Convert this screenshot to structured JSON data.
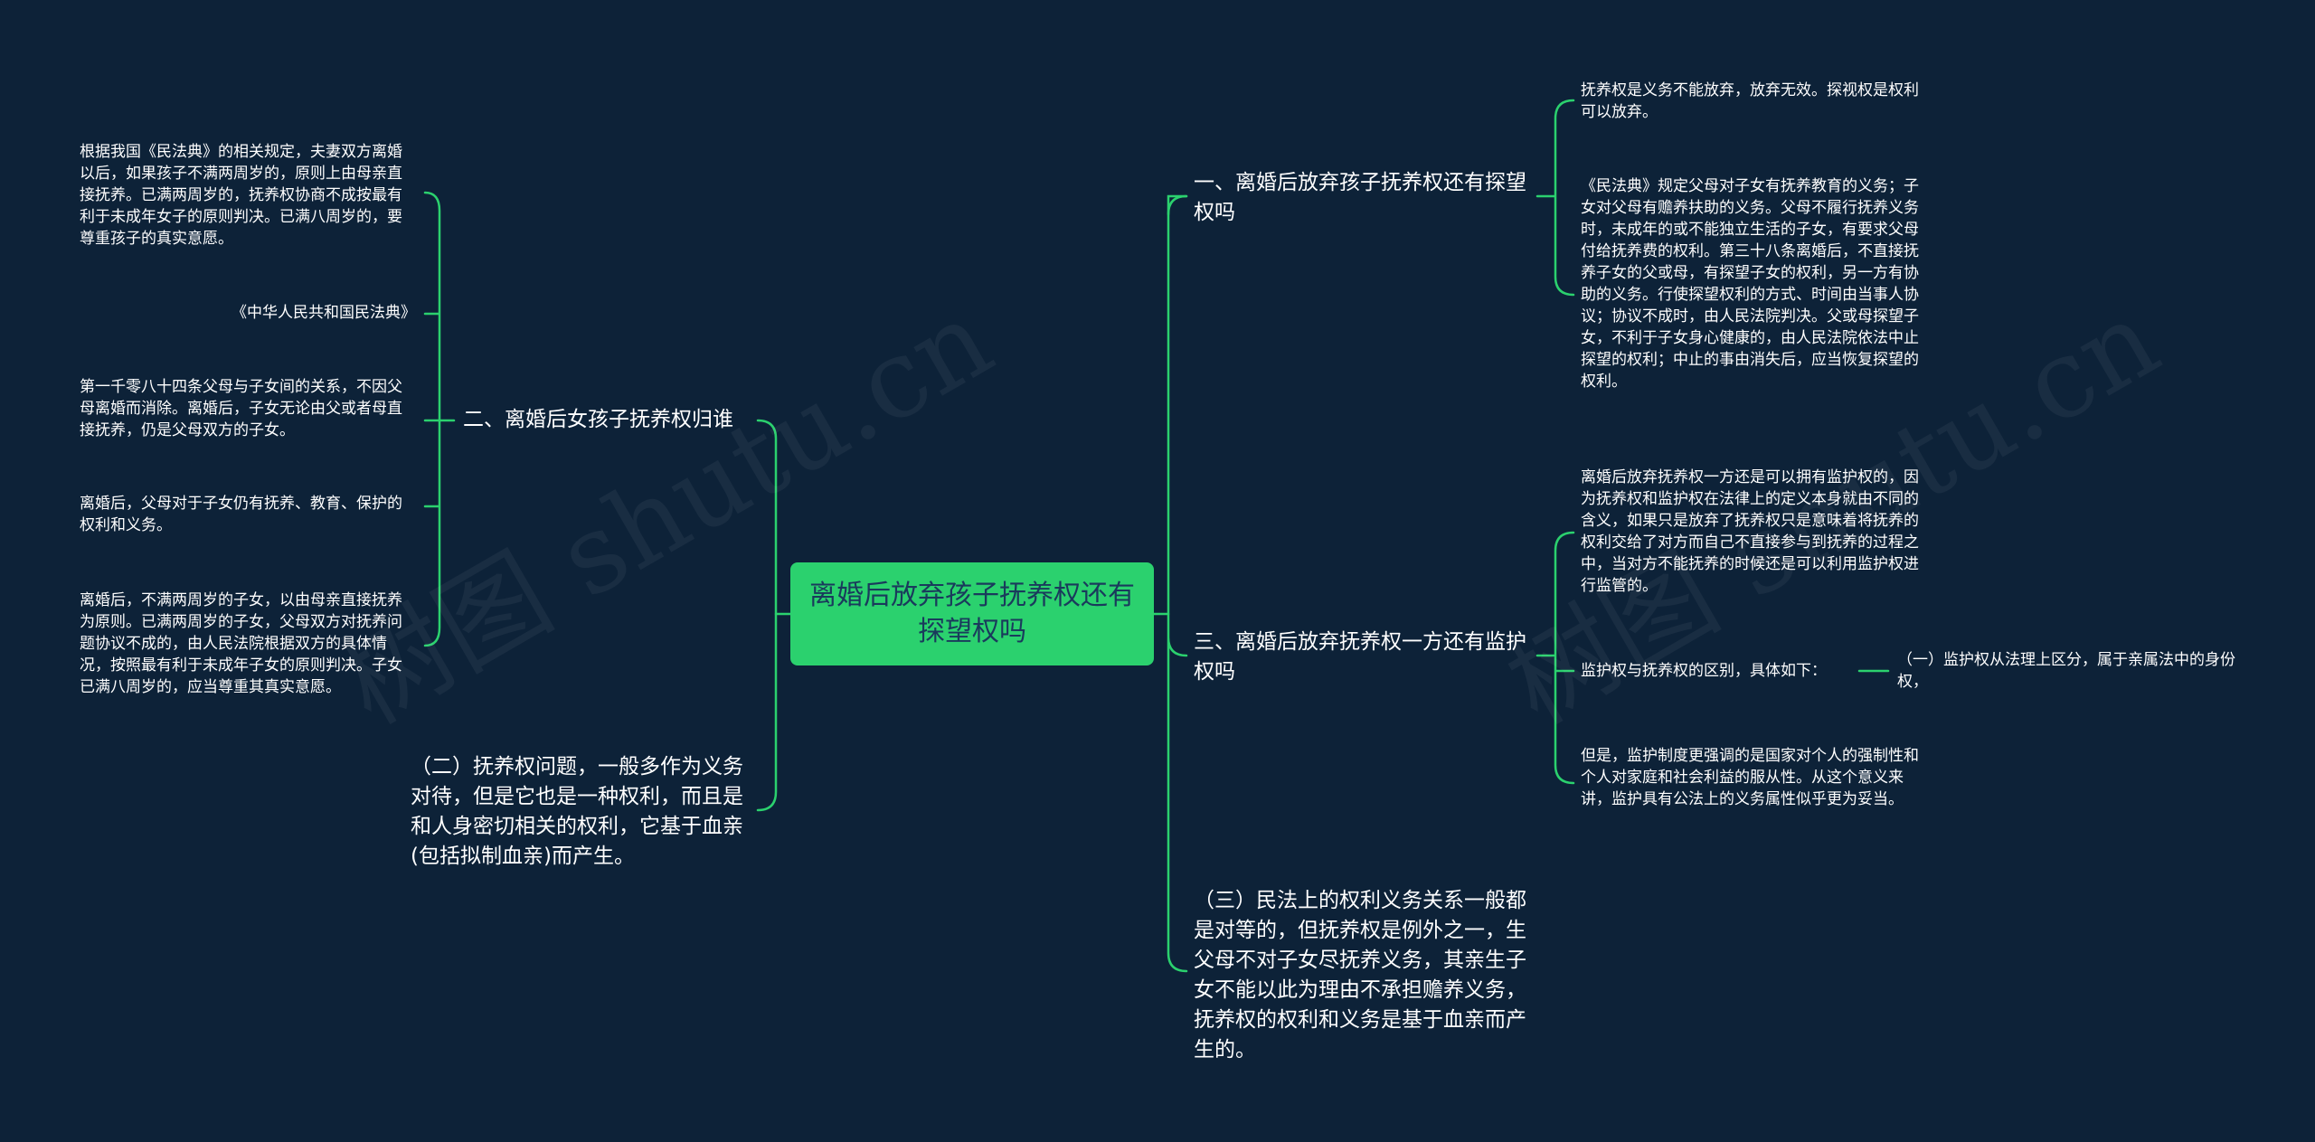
{
  "root": "离婚后放弃孩子抚养权还有探望权吗",
  "right": {
    "b1": {
      "label": "一、离婚后放弃孩子抚养权还有探望权吗",
      "c1": "抚养权是义务不能放弃，放弃无效。探视权是权利可以放弃。",
      "c2": "《民法典》规定父母对子女有抚养教育的义务；子女对父母有赡养扶助的义务。父母不履行抚养义务时，未成年的或不能独立生活的子女，有要求父母付给抚养费的权利。第三十八条离婚后，不直接抚养子女的父或母，有探望子女的权利，另一方有协助的义务。行使探望权利的方式、时间由当事人协议；协议不成时，由人民法院判决。父或母探望子女，不利于子女身心健康的，由人民法院依法中止探望的权利；中止的事由消失后，应当恢复探望的权利。"
    },
    "b3": {
      "label": "三、离婚后放弃抚养权一方还有监护权吗",
      "c1": "离婚后放弃抚养权一方还是可以拥有监护权的，因为抚养权和监护权在法律上的定义本身就由不同的含义，如果只是放弃了抚养权只是意味着将抚养的权利交给了对方而自己不直接参与到抚养的过程之中，当对方不能抚养的时候还是可以利用监护权进行监管的。",
      "c2": "监护权与抚养权的区别，具体如下：",
      "c2_child": "（一）监护权从法理上区分，属于亲属法中的身份权，",
      "c3": "但是，监护制度更强调的是国家对个人的强制性和个人对家庭和社会利益的服从性。从这个意义来讲，监护具有公法上的义务属性似乎更为妥当。"
    },
    "b5": {
      "label": "（三）民法上的权利义务关系一般都是对等的，但抚养权是例外之一，生父母不对子女尽抚养义务，其亲生子女不能以此为理由不承担赡养义务，抚养权的权利和义务是基于血亲而产生的。"
    }
  },
  "left": {
    "b2": {
      "label": "二、离婚后女孩子抚养权归谁",
      "c1": "根据我国《民法典》的相关规定，夫妻双方离婚以后，如果孩子不满两周岁的，原则上由母亲直接抚养。已满两周岁的，抚养权协商不成按最有利于未成年女子的原则判决。已满八周岁的，要尊重孩子的真实意愿。",
      "c2": "《中华人民共和国民法典》",
      "c3": "第一千零八十四条父母与子女间的关系，不因父母离婚而消除。离婚后，子女无论由父或者母直接抚养，仍是父母双方的子女。",
      "c4": "离婚后，父母对于子女仍有抚养、教育、保护的权利和义务。",
      "c5": "离婚后，不满两周岁的子女，以由母亲直接抚养为原则。已满两周岁的子女，父母双方对抚养问题协议不成的，由人民法院根据双方的具体情况，按照最有利于未成年子女的原则判决。子女已满八周岁的，应当尊重其真实意愿。"
    },
    "b4": {
      "label": "（二）抚养权问题，一般多作为义务对待，但是它也是一种权利，而且是和人身密切相关的权利，它基于血亲(包括拟制血亲)而产生。"
    }
  },
  "colors": {
    "background": "#0d2238",
    "root": "#2bd16e",
    "connector": "#2bd16e",
    "text": "#ffffff"
  }
}
